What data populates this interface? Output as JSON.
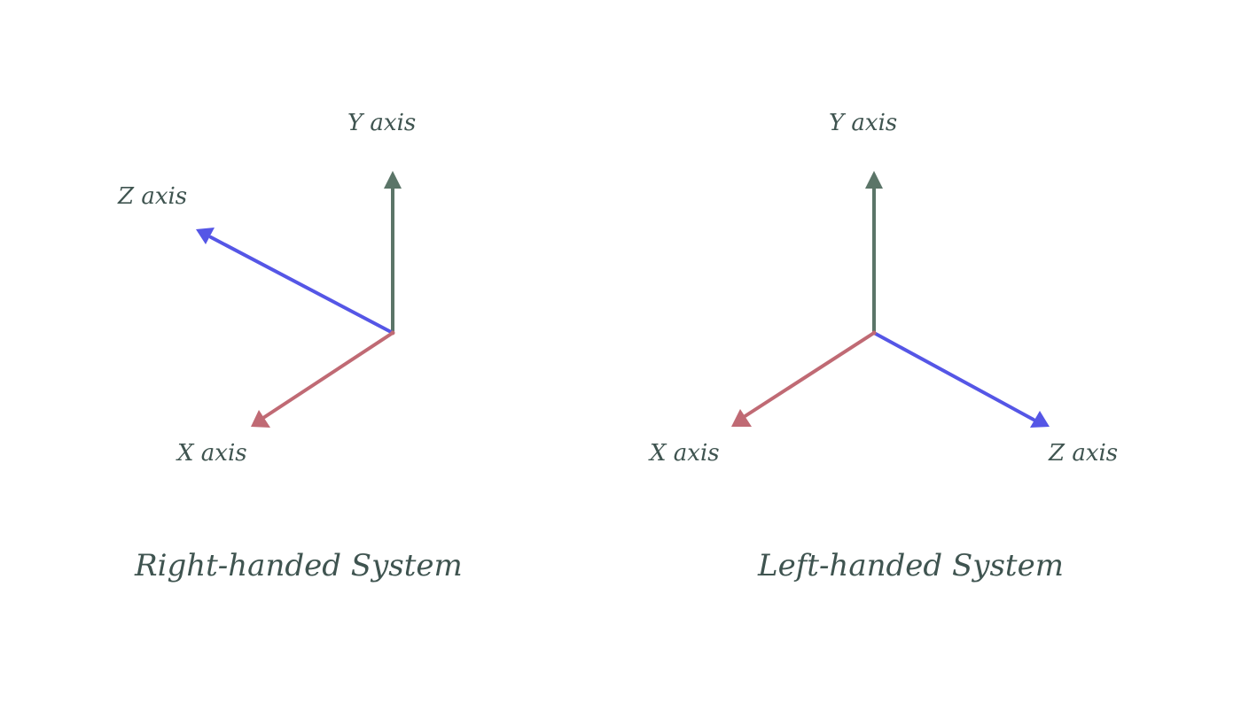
{
  "colors": {
    "x_axis": "#c06a74",
    "y_axis": "#5b7568",
    "z_axis": "#5556e6",
    "text": "#3f5450"
  },
  "right_system": {
    "caption": "Right-handed System",
    "x_label": "X axis",
    "y_label": "Y axis",
    "z_label": "Z axis"
  },
  "left_system": {
    "caption": "Left-handed System",
    "x_label": "X axis",
    "y_label": "Y axis",
    "z_label": "Z axis"
  }
}
